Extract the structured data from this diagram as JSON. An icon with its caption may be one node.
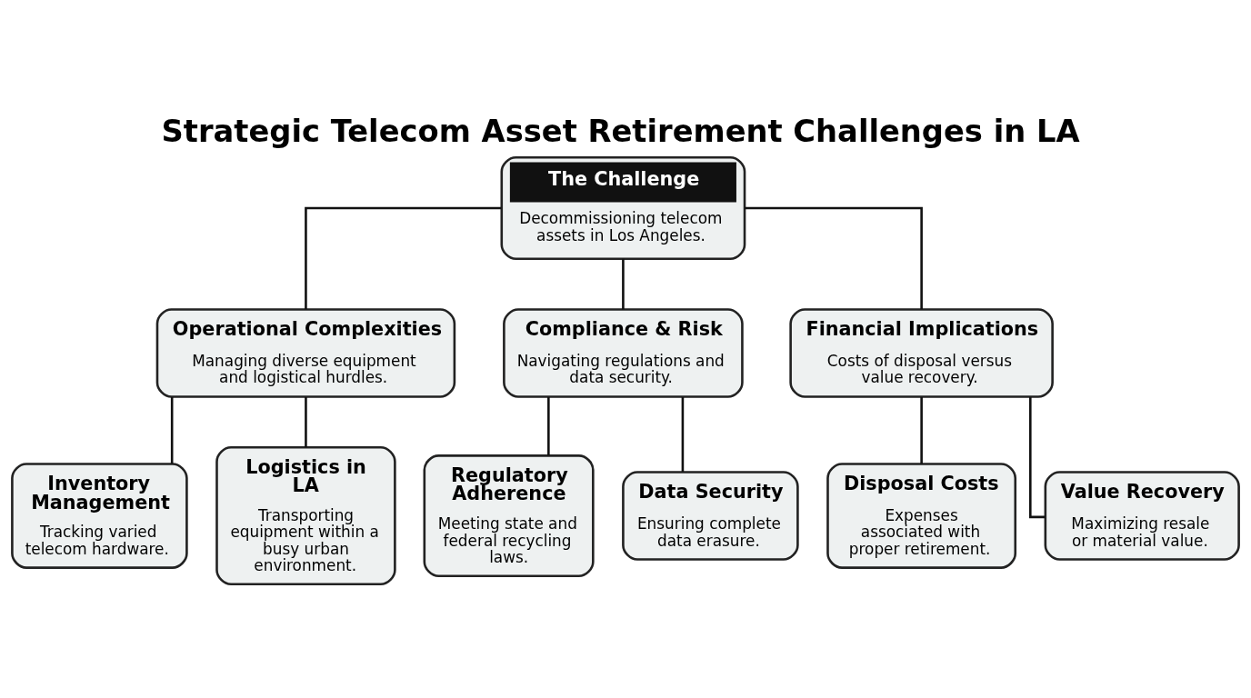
{
  "diagram": {
    "title": "Strategic Telecom Asset Retirement Challenges in LA",
    "nodes": [
      {
        "text": [
          "The Challenge",
          "Decommissioning telecom assets in Los Angeles."
        ]
      },
      {
        "text": [
          "Operational Complexities",
          "Managing diverse equipment and logistical hurdles."
        ]
      },
      {
        "text": [
          "Compliance & Risk",
          "Navigating regulations and data security."
        ]
      },
      {
        "text": [
          "Financial Implications",
          "Costs of disposal versus value recovery."
        ]
      },
      {
        "text": [
          "Inventory Management",
          "Tracking varied telecom hardware."
        ]
      },
      {
        "text": [
          "Logistics in LA",
          "Transporting equipment within a busy urban environment."
        ]
      },
      {
        "text": [
          "Regulatory Adherence",
          "Meeting state and federal recycling laws."
        ]
      },
      {
        "text": [
          "Data Security",
          "Ensuring complete data erasure."
        ]
      },
      {
        "text": [
          "Disposal Costs",
          "Expenses associated with proper retirement."
        ]
      },
      {
        "text": [
          "Value Recovery",
          "Maximizing resale or material value."
        ]
      }
    ],
    "edges": [
      {
        "from": 0,
        "to": 1,
        "arrow": "none"
      },
      {
        "from": 0,
        "to": 2,
        "arrow": "none"
      },
      {
        "from": 0,
        "to": 3,
        "arrow": "none"
      },
      {
        "from": 1,
        "to": 4,
        "arrow": "none"
      },
      {
        "from": 1,
        "to": 5,
        "arrow": "none"
      },
      {
        "from": 2,
        "to": 6,
        "arrow": "none"
      },
      {
        "from": 2,
        "to": 7,
        "arrow": "none"
      },
      {
        "from": 3,
        "to": 8,
        "arrow": "none"
      },
      {
        "from": 3,
        "to": 9,
        "arrow": "none"
      }
    ]
  }
}
